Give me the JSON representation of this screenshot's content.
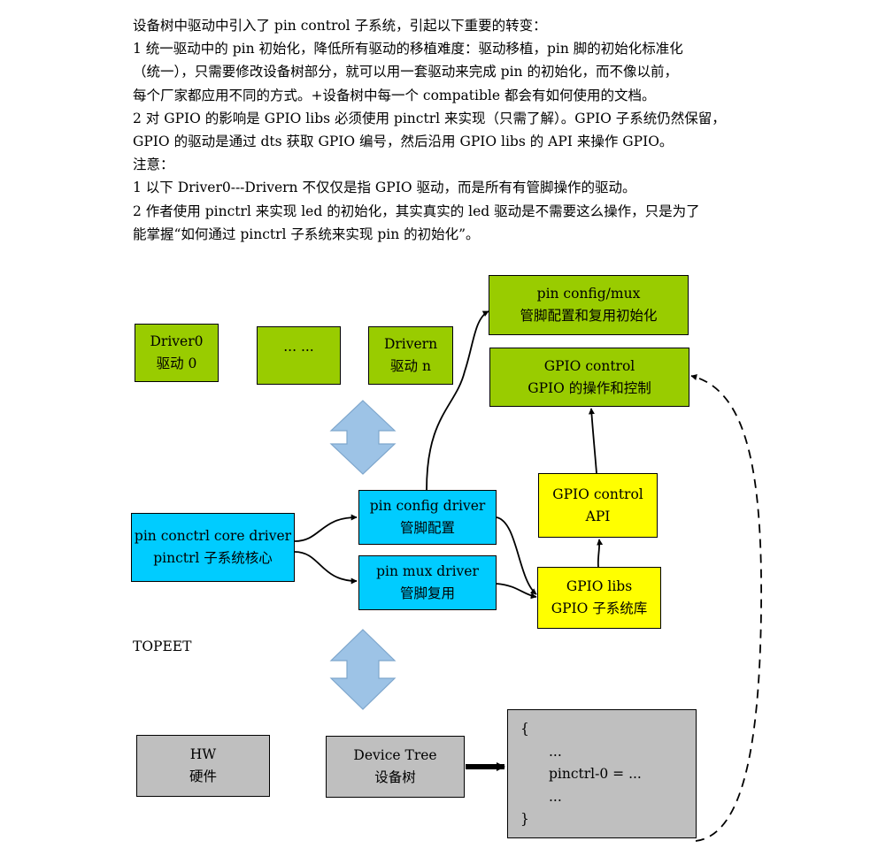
{
  "intro": {
    "lines": [
      "设备树中驱动中引入了 pin control 子系统，引起以下重要的转变：",
      "1  统一驱动中的 pin 初始化，降低所有驱动的移植难度：驱动移植，pin 脚的初始化标准化",
      "（统一），只需要修改设备树部分，就可以用一套驱动来完成 pin 的初始化，而不像以前，",
      "每个厂家都应用不同的方式。+设备树中每一个 compatible 都会有如何使用的文档。",
      "2  对 GPIO 的影响是 GPIO libs 必须使用 pinctrl 来实现（只需了解）。GPIO 子系统仍然保留，",
      "GPIO 的驱动是通过 dts 获取 GPIO 编号，然后沿用 GPIO libs 的 API 来操作 GPIO。",
      "注意：",
      "1  以下 Driver0---Drivern 不仅仅是指 GPIO 驱动，而是所有有管脚操作的驱动。",
      "2  作者使用 pinctrl 来实现 led 的初始化，其实真实的 led 驱动是不需要这么操作，只是为了",
      "能掌握“如何通过 pinctrl 子系统来实现 pin 的初始化”。"
    ]
  },
  "diagram": {
    "driver0": {
      "line1": "Driver0",
      "line2": "驱动 0"
    },
    "driver_dots": {
      "line1": "... ..."
    },
    "drivern": {
      "line1": "Drivern",
      "line2": "驱动 n"
    },
    "pin_config_mux": {
      "line1": "pin config/mux",
      "line2": "管脚配置和复用初始化"
    },
    "gpio_control": {
      "line1": "GPIO control",
      "line2": "GPIO 的操作和控制"
    },
    "pinctrl_core": {
      "line1": "pin conctrl core driver",
      "line2": "pinctrl 子系统核心"
    },
    "pin_config_driver": {
      "line1": "pin config driver",
      "line2": "管脚配置"
    },
    "pin_mux_driver": {
      "line1": "pin mux driver",
      "line2": "管脚复用"
    },
    "gpio_control_api": {
      "line1": "GPIO control",
      "line2": "API"
    },
    "gpio_libs": {
      "line1": "GPIO libs",
      "line2": "GPIO 子系统库"
    },
    "topeet": "TOPEET",
    "hw": {
      "line1": "HW",
      "line2": "硬件"
    },
    "device_tree": {
      "line1": "Device Tree",
      "line2": "设备树"
    },
    "code": {
      "open": "{",
      "dots1": "...",
      "pinctrl": "pinctrl-0 = ...",
      "dots2": "...",
      "close": "}"
    }
  },
  "colors": {
    "green": "#99cc00",
    "blue": "#00ccff",
    "yellow": "#ffff00",
    "gray": "#bfbfbf",
    "double_arrow": "#9dc3e6"
  }
}
